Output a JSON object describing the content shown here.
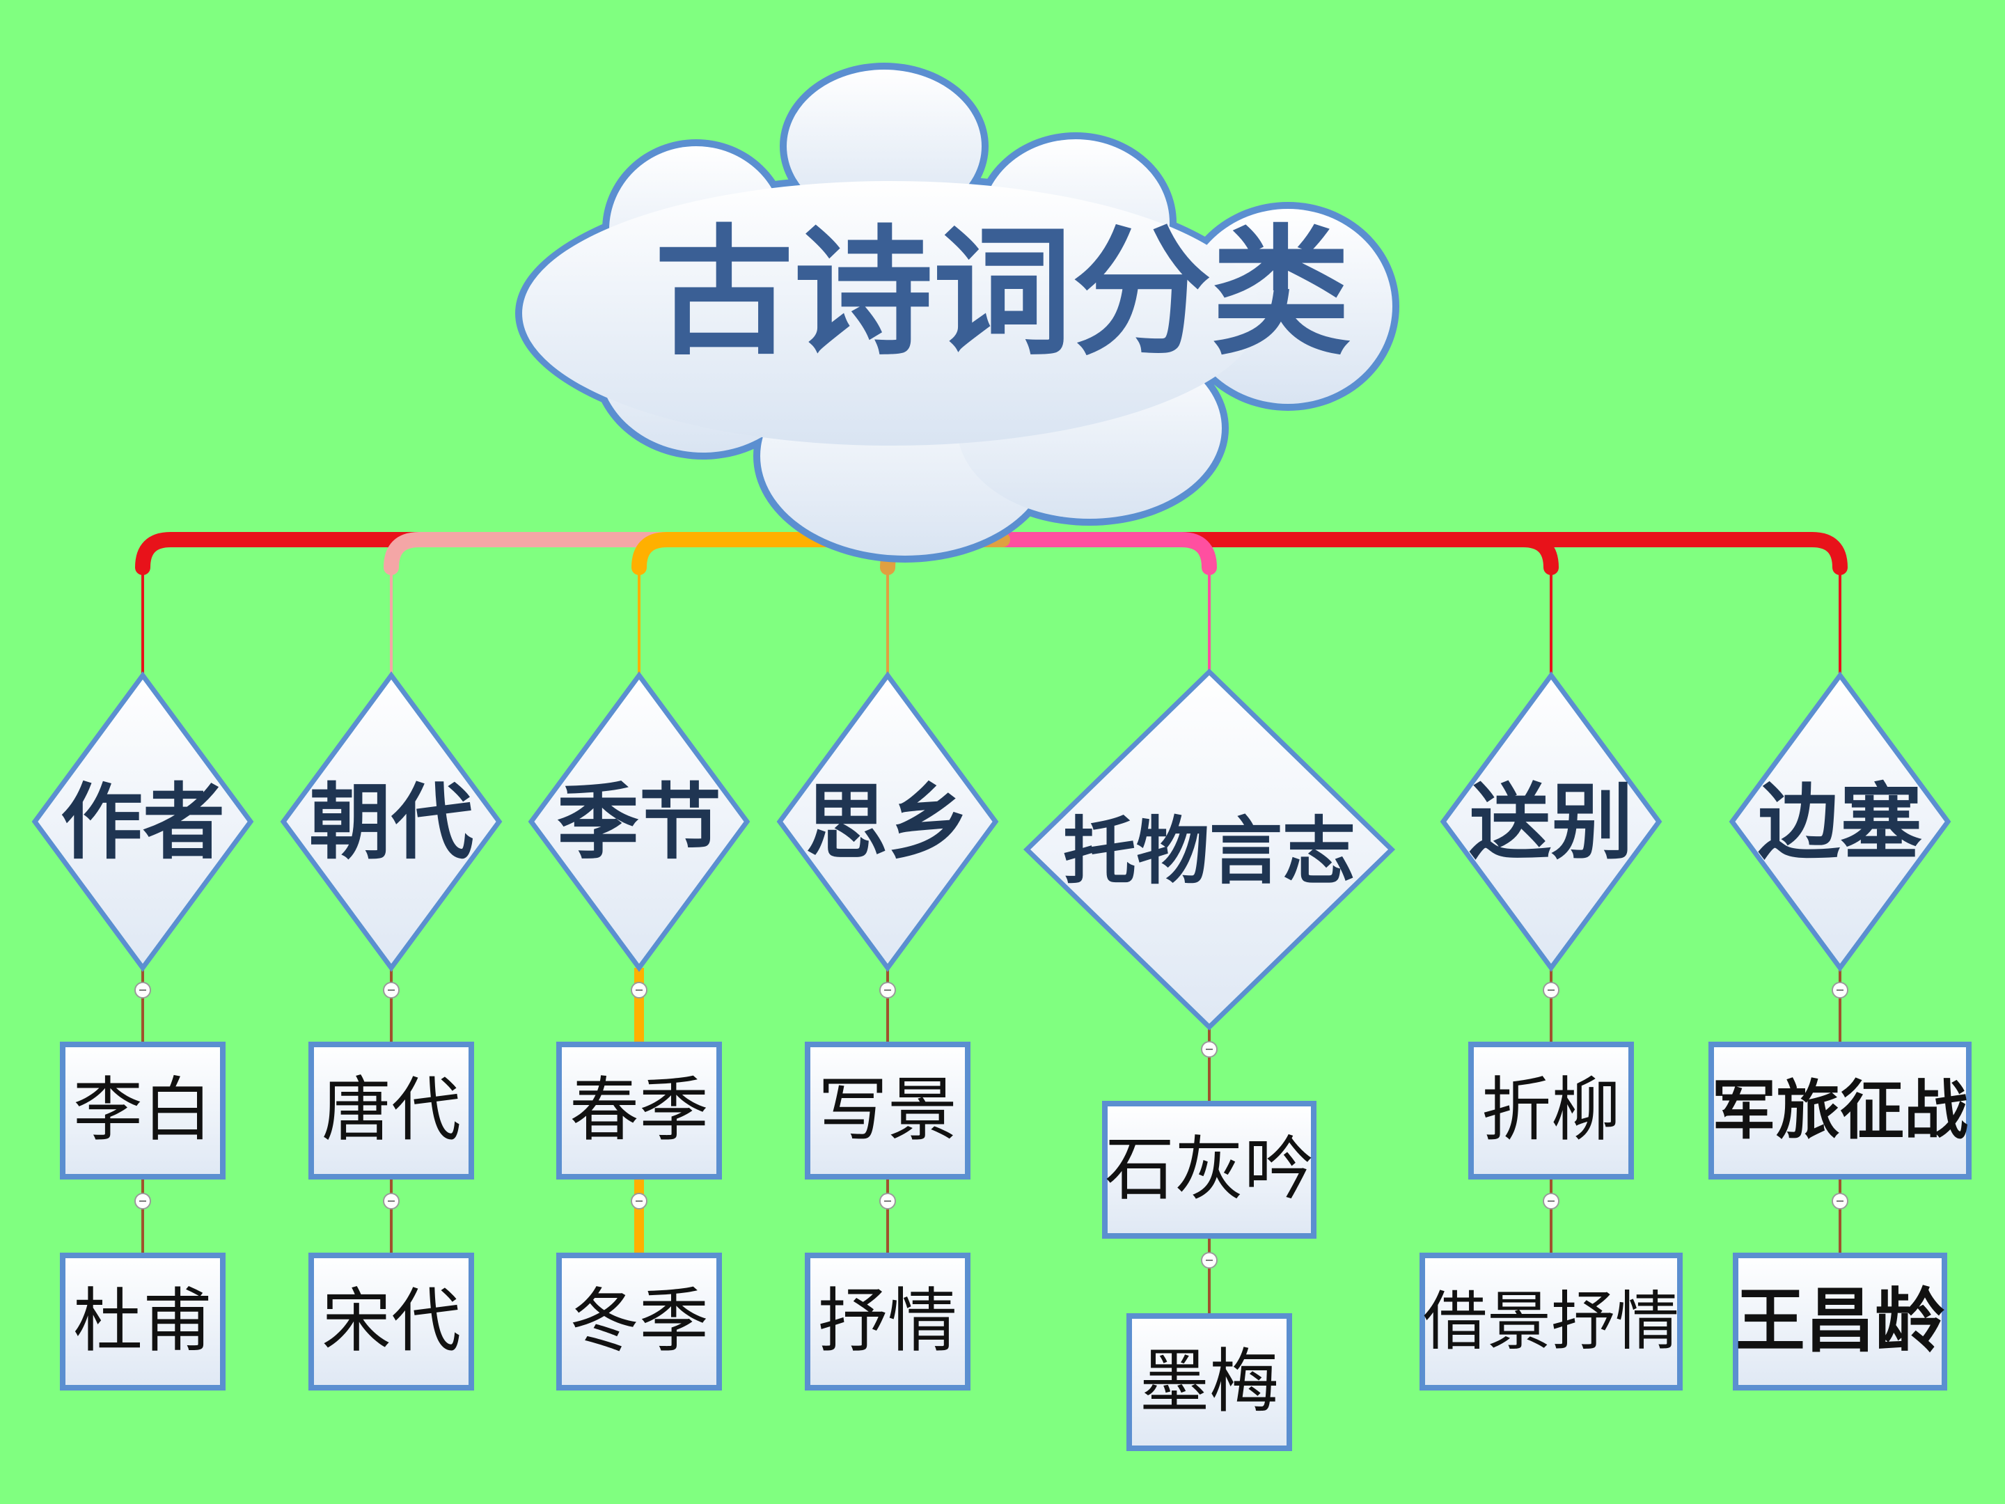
{
  "title": "古诗词分类",
  "colors": {
    "background": "#80ff80",
    "node_border": "#5b8fd0",
    "title_text": "#3a5f95",
    "category_text": "#1f3552",
    "leaf_text": "#111111",
    "collapse_marker": "#ffffff"
  },
  "categories": [
    {
      "label": "作者",
      "branch_color": "#e8121a",
      "children": [
        "李白",
        "杜甫"
      ],
      "bold_children": false
    },
    {
      "label": "朝代",
      "branch_color": "#f4a6a6",
      "children": [
        "唐代",
        "宋代"
      ],
      "bold_children": false
    },
    {
      "label": "季节",
      "branch_color": "#ffb000",
      "children": [
        "春季",
        "冬季"
      ],
      "bold_children": false
    },
    {
      "label": "思乡",
      "branch_color": "#e0a040",
      "children": [
        "写景",
        "抒情"
      ],
      "bold_children": false
    },
    {
      "label": "托物言志",
      "branch_color": "#ff4fa0",
      "children": [
        "石灰吟",
        "墨梅"
      ],
      "bold_children": false
    },
    {
      "label": "送别",
      "branch_color": "#e8121a",
      "children": [
        "折柳",
        "借景抒情"
      ],
      "bold_children": false
    },
    {
      "label": "边塞",
      "branch_color": "#e8121a",
      "children": [
        "军旅征战",
        "王昌龄"
      ],
      "bold_children": true
    }
  ]
}
